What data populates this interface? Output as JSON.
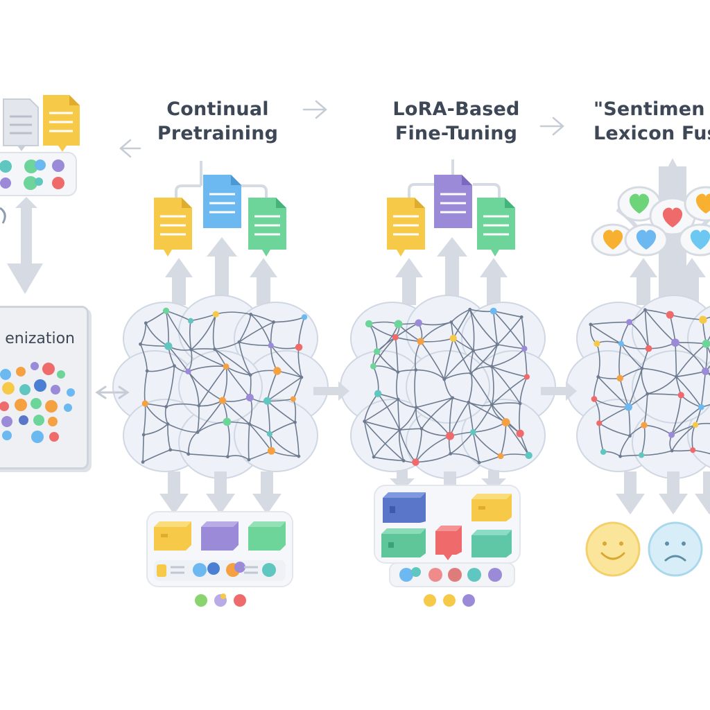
{
  "stages": [
    {
      "id": "continual-pretraining",
      "title": "Continual\nPretraining"
    },
    {
      "id": "lora-fine-tuning",
      "title": "LoRA-Based\nFine-Tuning"
    },
    {
      "id": "sentiment-lexicon-fusion",
      "title": "\"Sentimen\nLexicon Fus"
    }
  ],
  "tokenization": {
    "label": "enization"
  },
  "palette": {
    "yellow": "#f7c948",
    "blue": "#6cb8f0",
    "green": "#6dd49a",
    "purple": "#9b8ad8",
    "red": "#ef6b6b",
    "orange": "#f5a142",
    "teal": "#5fc6c0",
    "gray": "#d3d8e0",
    "arrow": "#d6dbe3",
    "network_line": "#6d7a8f",
    "network_fill": "#eef2f8"
  }
}
